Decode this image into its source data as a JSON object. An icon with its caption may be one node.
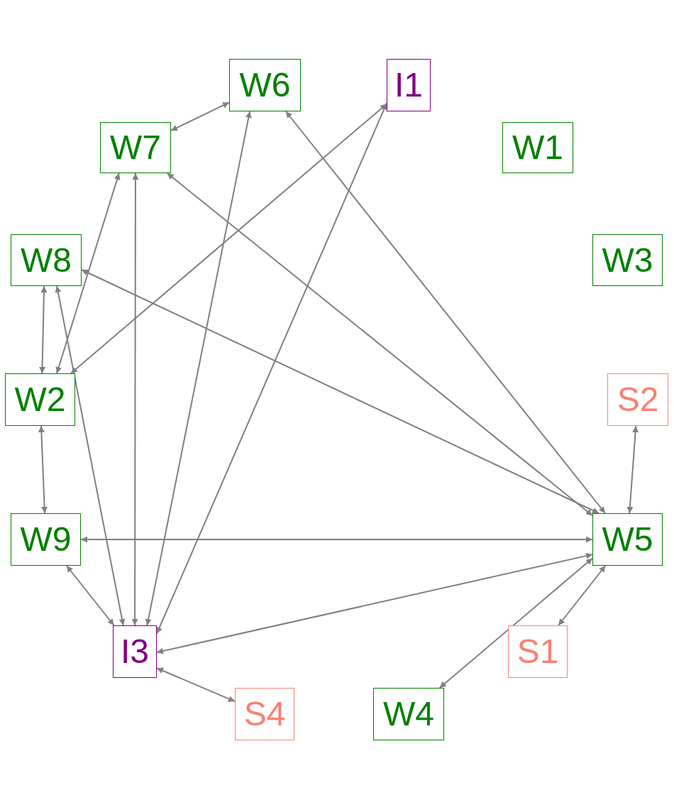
{
  "diagram": {
    "nodes": [
      {
        "text": [
          "W6"
        ]
      },
      {
        "text": [
          "I1"
        ]
      },
      {
        "text": [
          "W7"
        ]
      },
      {
        "text": [
          "W1"
        ]
      },
      {
        "text": [
          "W8"
        ]
      },
      {
        "text": [
          "W3"
        ]
      },
      {
        "text": [
          "W2"
        ]
      },
      {
        "text": [
          "S2"
        ]
      },
      {
        "text": [
          "W9"
        ]
      },
      {
        "text": [
          "W5"
        ]
      },
      {
        "text": [
          "I3"
        ]
      },
      {
        "text": [
          "S1"
        ]
      },
      {
        "text": [
          "S4"
        ]
      },
      {
        "text": [
          "W4"
        ]
      }
    ],
    "edges": [
      {
        "from": 2,
        "to": 0,
        "arrow": "both"
      },
      {
        "from": 0,
        "to": 9,
        "arrow": "both"
      },
      {
        "from": 0,
        "to": 10,
        "arrow": "both"
      },
      {
        "from": 1,
        "to": 6,
        "arrow": "both"
      },
      {
        "from": 1,
        "to": 10,
        "arrow": "both"
      },
      {
        "from": 2,
        "to": 6,
        "arrow": "both"
      },
      {
        "from": 2,
        "to": 10,
        "arrow": "both"
      },
      {
        "from": 2,
        "to": 9,
        "arrow": "both"
      },
      {
        "from": 4,
        "to": 6,
        "arrow": "both"
      },
      {
        "from": 4,
        "to": 10,
        "arrow": "both"
      },
      {
        "from": 4,
        "to": 9,
        "arrow": "both"
      },
      {
        "from": 6,
        "to": 8,
        "arrow": "both"
      },
      {
        "from": 7,
        "to": 9,
        "arrow": "both"
      },
      {
        "from": 8,
        "to": 9,
        "arrow": "both"
      },
      {
        "from": 8,
        "to": 10,
        "arrow": "both"
      },
      {
        "from": 10,
        "to": 9,
        "arrow": "both"
      },
      {
        "from": 10,
        "to": 12,
        "arrow": "both"
      },
      {
        "from": 11,
        "to": 9,
        "arrow": "both"
      },
      {
        "from": 13,
        "to": 9,
        "arrow": "both"
      }
    ]
  }
}
